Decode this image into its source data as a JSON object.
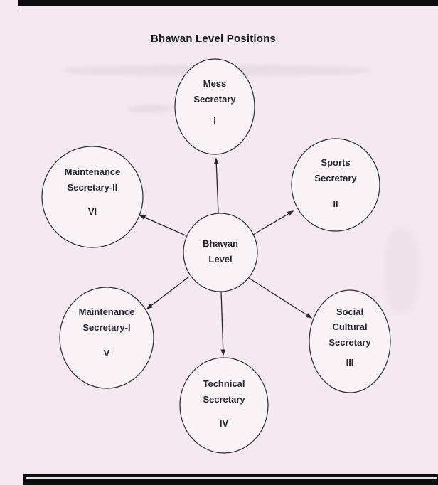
{
  "page": {
    "title": "Bhawan Level Positions"
  },
  "colors": {
    "paper_background": "#f4e9ef",
    "ink": "#25252e",
    "scan_bar": "#0c0c0c"
  },
  "diagram": {
    "center": {
      "id": "bhawan-level",
      "lines": [
        "Bhawan",
        "Level"
      ]
    },
    "nodes": [
      {
        "id": "mess-secretary",
        "lines": [
          "Mess",
          "Secretary"
        ],
        "numeral": "I"
      },
      {
        "id": "sports-secretary",
        "lines": [
          "Sports",
          "Secretary"
        ],
        "numeral": "II"
      },
      {
        "id": "social-cultural-secretary",
        "lines": [
          "Social",
          "Cultural",
          "Secretary"
        ],
        "numeral": "III"
      },
      {
        "id": "technical-secretary",
        "lines": [
          "Technical",
          "Secretary"
        ],
        "numeral": "IV"
      },
      {
        "id": "maintenance-secretary-1",
        "lines": [
          "Maintenance",
          "Secretary-I"
        ],
        "numeral": "V"
      },
      {
        "id": "maintenance-secretary-2",
        "lines": [
          "Maintenance",
          "Secretary-II"
        ],
        "numeral": "VI"
      }
    ]
  }
}
